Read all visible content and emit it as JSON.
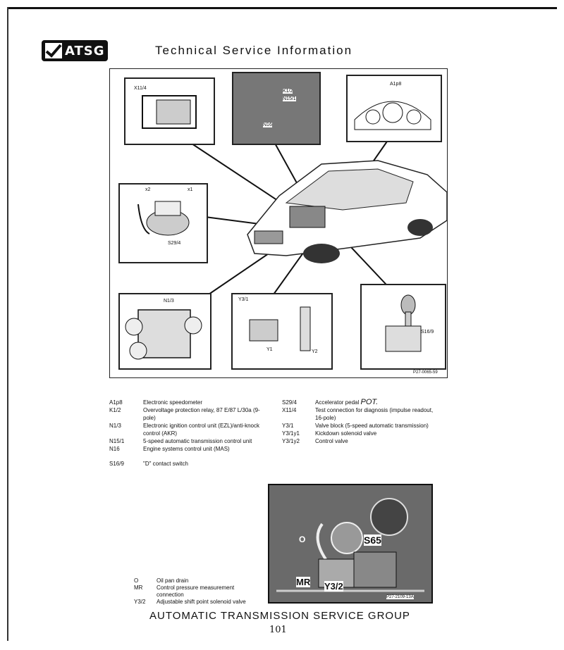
{
  "header": {
    "logo_text": "ATSG",
    "title": "Technical Service Information"
  },
  "figure": {
    "code": "P27-0065-59",
    "labels": {
      "x11_4": "X11/4",
      "k1_2": "K1/2",
      "n15_1": "N15/1",
      "n16": "N16",
      "a1p8": "A1p8",
      "x2": "x2",
      "x1": "x1",
      "s29_4": "S29/4",
      "n1_3": "N1/3",
      "y3_1": "Y3/1",
      "y1": "Y1",
      "y2": "Y2",
      "s16_9": "S16/9"
    }
  },
  "legend_left": [
    {
      "key": "A1p8",
      "value": "Electronic speedometer"
    },
    {
      "key": "K1/2",
      "value": "Overvoltage protection relay, 87 E/87 L/30a (9-pole)"
    },
    {
      "key": "N1/3",
      "value": "Electronic ignition control unit (EZL)/anti-knock control (AKR)"
    },
    {
      "key": "N15/1",
      "value": "5-speed automatic transmission control unit"
    },
    {
      "key": "N16",
      "value": "Engine systems control unit (MAS)"
    },
    {
      "key": "S16/9",
      "value": "\"D\" contact switch"
    }
  ],
  "legend_right": [
    {
      "key": "S29/4",
      "value": "Accelerator pedal",
      "note": "POT."
    },
    {
      "key": "X11/4",
      "value": "Test connection for diagnosis (impulse readout, 16-pole)"
    },
    {
      "key": "Y3/1",
      "value": "Valve block (5-speed automatic transmission)"
    },
    {
      "key": "Y3/1y1",
      "value": "Kickdown solenoid valve"
    },
    {
      "key": "Y3/1y2",
      "value": "Control valve"
    }
  ],
  "photo": {
    "labels": {
      "o": "O",
      "s65": "S65",
      "mr": "MR",
      "y3_2": "Y3/2"
    },
    "code": "P27-2109-13A"
  },
  "photo_legend": [
    {
      "key": "O",
      "value": "Oil pan drain"
    },
    {
      "key": "MR",
      "value": "Control pressure measurement connection"
    },
    {
      "key": "Y3/2",
      "value": "Adjustable shift point solenoid valve"
    }
  ],
  "footer": {
    "group": "AUTOMATIC TRANSMISSION SERVICE GROUP",
    "page": "101"
  }
}
